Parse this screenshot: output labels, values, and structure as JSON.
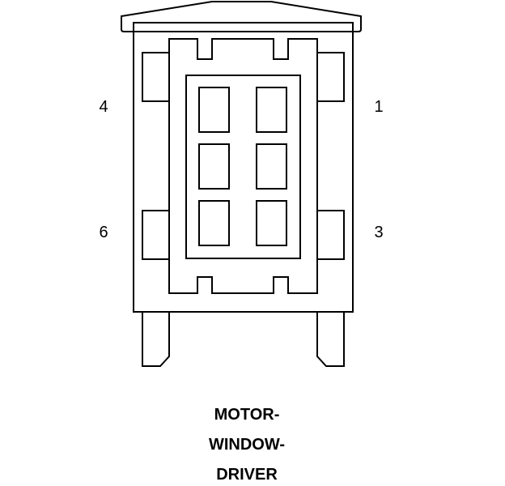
{
  "pins": {
    "top_left": "4",
    "top_right": "1",
    "bottom_left": "6",
    "bottom_right": "3"
  },
  "caption": {
    "line1": "MOTOR-",
    "line2": "WINDOW-",
    "line3": "DRIVER"
  }
}
